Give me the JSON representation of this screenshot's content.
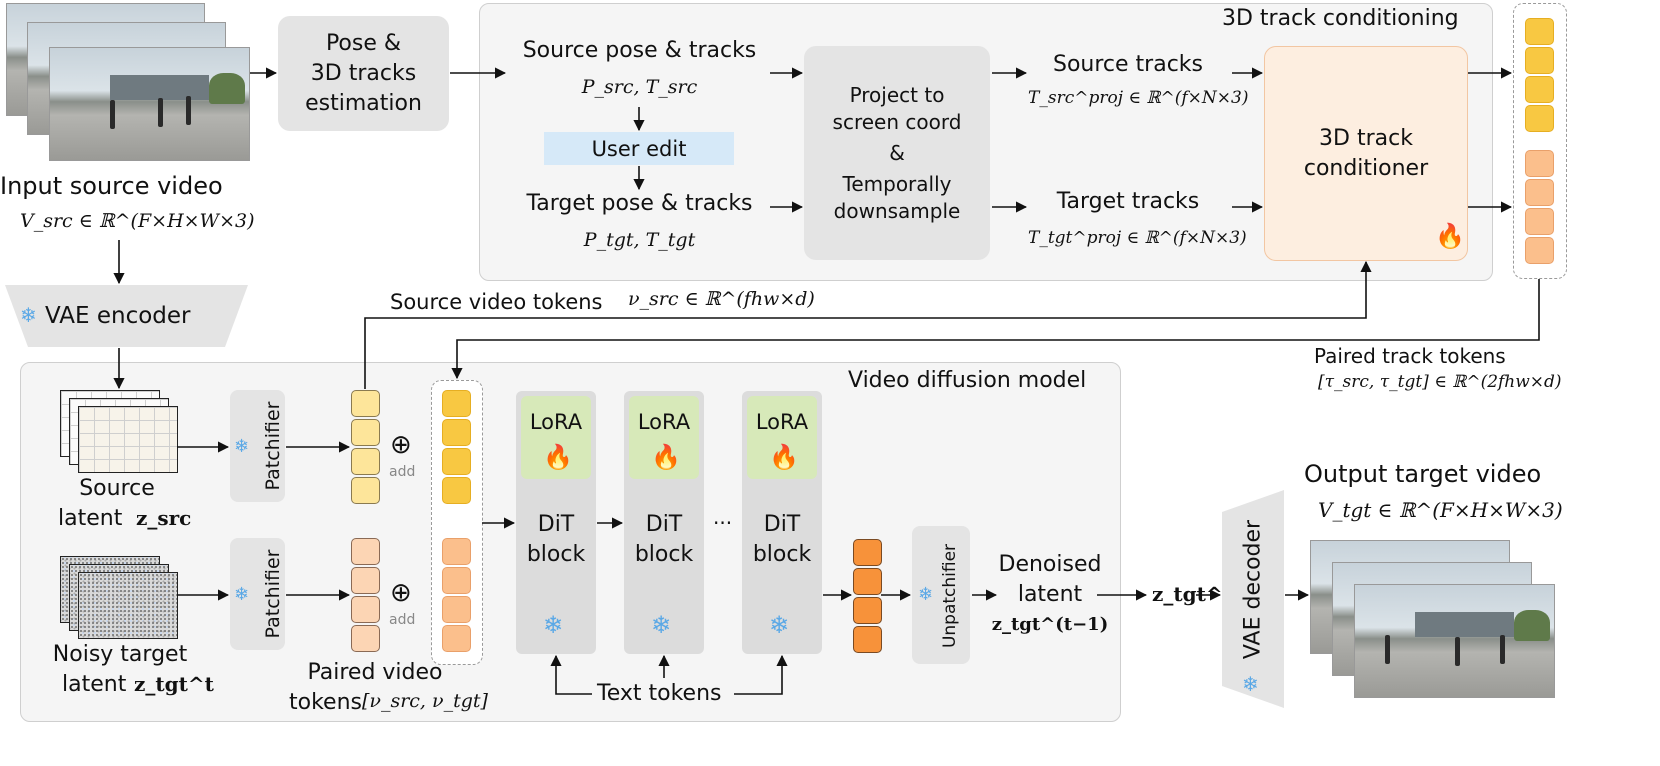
{
  "input": {
    "title": "Input source video",
    "formula": "V_src ∈ ℝ^(F×H×W×3)"
  },
  "pose_estimation": {
    "line1": "Pose &",
    "line2": "3D tracks",
    "line3": "estimation"
  },
  "track_panel": {
    "title": "3D track conditioning",
    "source_pose_label": "Source pose & tracks",
    "source_pose_formula": "P_src, T_src",
    "user_edit": "User edit",
    "target_pose_label": "Target pose & tracks",
    "target_pose_formula": "P_tgt, T_tgt",
    "project_line1": "Project to",
    "project_line2": "screen coord",
    "project_line3": "&",
    "project_line4": "Temporally",
    "project_line5": "downsample",
    "source_tracks": "Source tracks",
    "source_tracks_formula": "T_src^proj ∈ ℝ^(f×N×3)",
    "target_tracks": "Target tracks",
    "target_tracks_formula": "T_tgt^proj ∈ ℝ^(f×N×3)",
    "conditioner_line1": "3D track",
    "conditioner_line2": "conditioner"
  },
  "vae_encoder": "VAE encoder",
  "source_video_tokens": "Source video tokens",
  "source_video_tokens_formula": "ν_src ∈ ℝ^(fhw×d)",
  "paired_track_tokens": "Paired track tokens",
  "paired_track_tokens_formula": "[τ_src, τ_tgt] ∈ ℝ^(2fhw×d)",
  "diffusion_panel": {
    "title": "Video diffusion model",
    "source_latent_line1": "Source",
    "source_latent_line2": "latent",
    "source_latent_symbol": "z_src",
    "noisy_latent_line1": "Noisy target",
    "noisy_latent_line2": "latent",
    "noisy_latent_symbol": "z_tgt^t",
    "patchifier": "Patchifier",
    "add_label": "add",
    "plus_symbol": "⊕",
    "paired_video_tokens_line1": "Paired video",
    "paired_video_tokens_line2": "tokens",
    "paired_video_tokens_formula": "[ν_src, ν_tgt]",
    "lora": "LoRA",
    "dit_line1": "DiT",
    "dit_line2": "block",
    "ellipsis": "···",
    "text_tokens": "Text tokens",
    "unpatchifier": "Unpatchifier",
    "denoised_line1": "Denoised",
    "denoised_line2": "latent",
    "denoised_symbol": "z_tgt^(t−1)"
  },
  "z0_symbol": "z_tgt^0",
  "vae_decoder": "VAE decoder",
  "output": {
    "title": "Output target video",
    "formula": "V_tgt ∈ ℝ^(F×H×W×3)"
  },
  "icons": {
    "frozen": "snowflake-icon",
    "trainable": "fire-icon"
  },
  "colors": {
    "source_token": "#f8c842",
    "target_token": "#fbbf8c",
    "lora": "#d7e9b9",
    "conditioner": "#fdeee0",
    "user_edit": "#d6e9f8",
    "snowflake": "#5aa8e6",
    "fire": "#f47a48"
  }
}
